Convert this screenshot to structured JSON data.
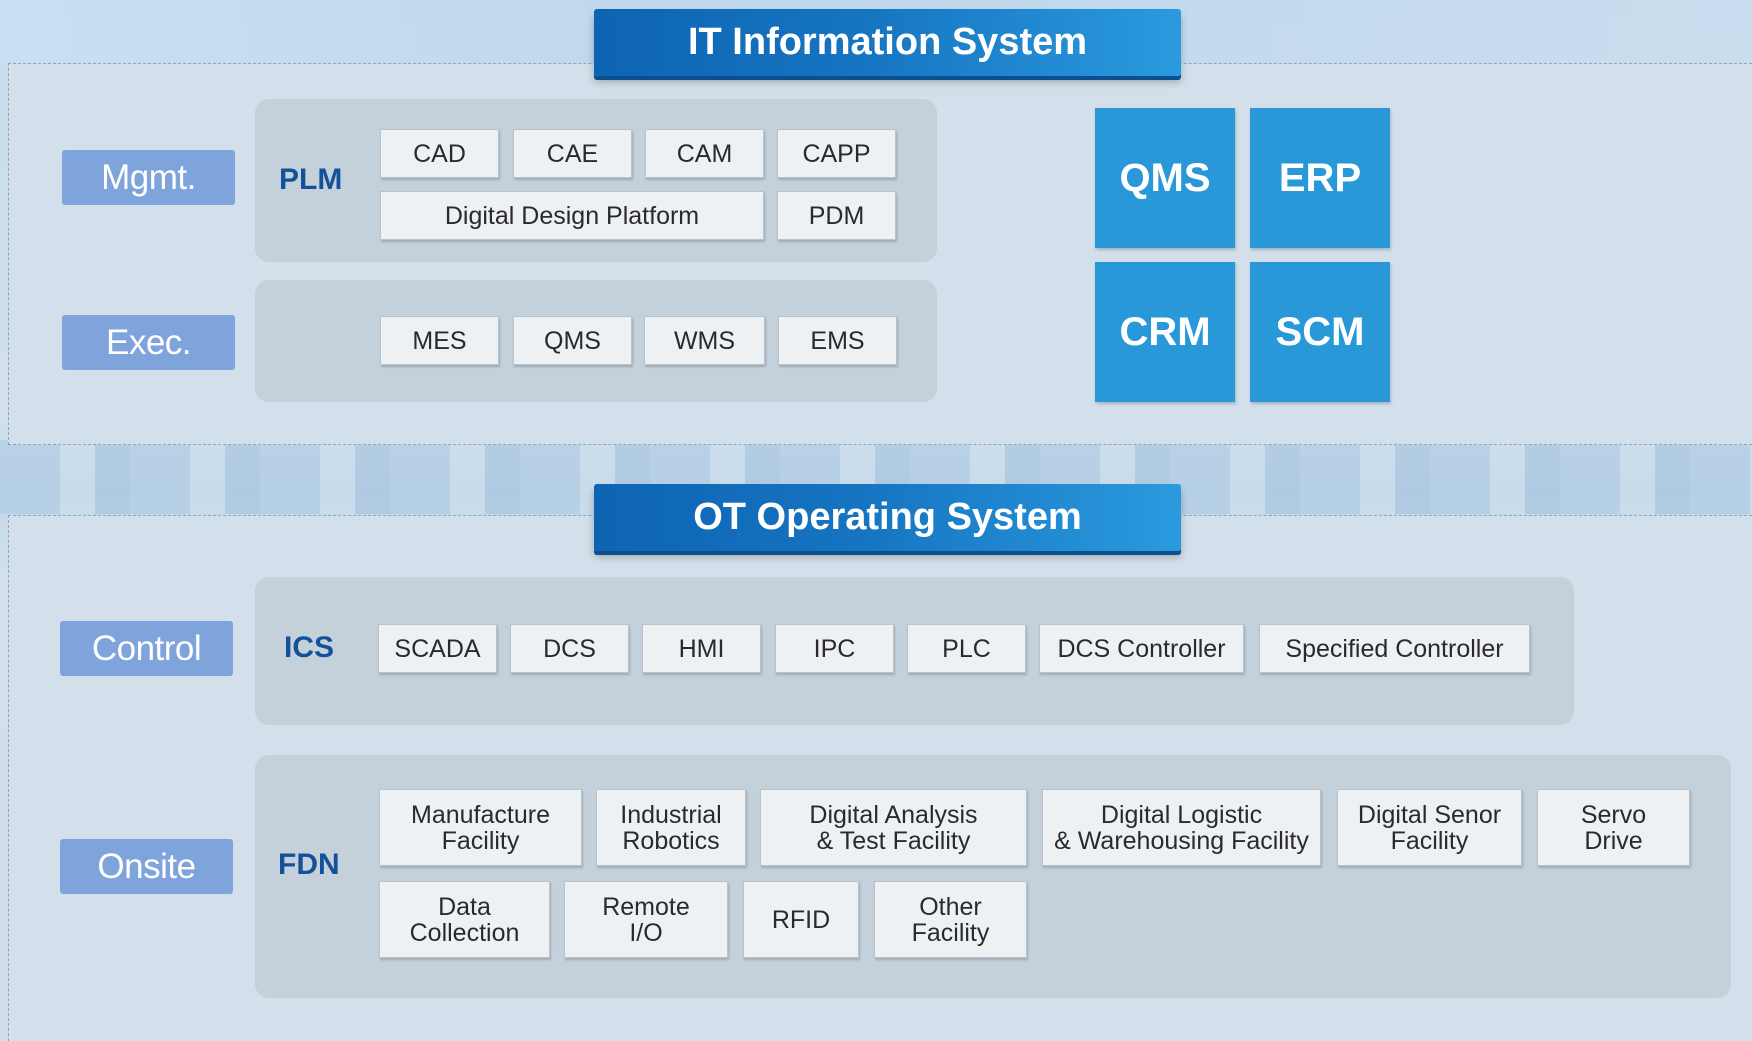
{
  "it_section": {
    "title": "IT Information System",
    "mgmt_label": "Mgmt.",
    "exec_label": "Exec.",
    "plm_label": "PLM",
    "plm_modules": {
      "cad": "CAD",
      "cae": "CAE",
      "cam": "CAM",
      "capp": "CAPP",
      "digital_design_platform": "Digital Design Platform",
      "pdm": "PDM"
    },
    "exec_modules": {
      "mes": "MES",
      "qms": "QMS",
      "wms": "WMS",
      "ems": "EMS"
    },
    "enterprise_blocks": {
      "qms": "QMS",
      "erp": "ERP",
      "crm": "CRM",
      "scm": "SCM"
    }
  },
  "ot_section": {
    "title": "OT Operating System",
    "control_label": "Control",
    "onsite_label": "Onsite",
    "ics_label": "ICS",
    "fdn_label": "FDN",
    "ics_modules": {
      "scada": "SCADA",
      "dcs": "DCS",
      "hmi": "HMI",
      "ipc": "IPC",
      "plc": "PLC",
      "dcs_controller": "DCS Controller",
      "specified_controller": "Specified Controller"
    },
    "fdn_modules": {
      "manufacture_facility": [
        "Manufacture",
        "Facility"
      ],
      "industrial_robotics": [
        "Industrial",
        "Robotics"
      ],
      "digital_analysis": [
        "Digital Analysis",
        "& Test Facility"
      ],
      "digital_logistic": [
        "Digital Logistic",
        "& Warehousing Facility"
      ],
      "digital_senor": [
        "Digital Senor",
        "Facility"
      ],
      "servo_drive": [
        "Servo",
        "Drive"
      ],
      "data_collection": [
        "Data",
        "Collection"
      ],
      "remote_io": [
        "Remote",
        "I/O"
      ],
      "rfid": [
        "RFID"
      ],
      "other_facility": [
        "Other",
        "Facility"
      ]
    }
  }
}
